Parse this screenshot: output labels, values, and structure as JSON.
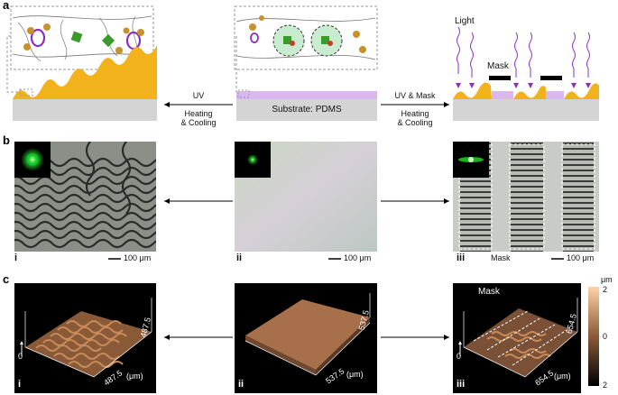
{
  "panel_a": {
    "label": "a",
    "left_arrow": {
      "top": "UV",
      "bottom_line1": "Heating",
      "bottom_line2": "& Cooling"
    },
    "substrate_label": "Substrate: PDMS",
    "right_arrow": {
      "top": "UV & Mask",
      "bottom_line1": "Heating",
      "bottom_line2": "& Cooling"
    },
    "light_label": "Light",
    "mask_label": "Mask"
  },
  "panel_b": {
    "label": "b",
    "images": [
      {
        "roman": "i",
        "scale": "100 μm"
      },
      {
        "roman": "ii",
        "scale": "100 μm"
      },
      {
        "roman": "iii",
        "scale": "100 μm",
        "mask": "Mask"
      }
    ]
  },
  "panel_c": {
    "label": "c",
    "images": [
      {
        "roman": "i",
        "dim_x": "487.5",
        "dim_y": "487.5",
        "unit": "(μm)",
        "zero": "0"
      },
      {
        "roman": "ii",
        "dim_x": "537.5",
        "dim_y": "537.5",
        "unit": "(μm)"
      },
      {
        "roman": "iii",
        "dim_x": "654.5",
        "dim_y": "654.5",
        "unit": "(μm)",
        "zero": "0",
        "mask": "Mask"
      }
    ],
    "colorbar": {
      "unit": "μm",
      "top": "2",
      "mid": "0",
      "bottom": "2"
    }
  },
  "colors": {
    "orange": "#f2b21c",
    "lavender": "#d9b8ef",
    "gray": "#d4d4d4",
    "purple": "#8a2fc0"
  }
}
